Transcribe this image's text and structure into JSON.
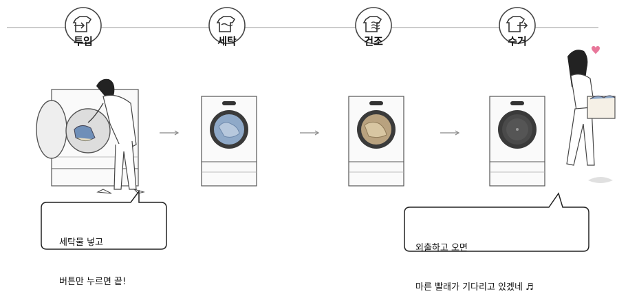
{
  "steps": [
    {
      "label": "투입",
      "icon": "shirt-in-icon"
    },
    {
      "label": "세탁",
      "icon": "shirt-wash-icon"
    },
    {
      "label": "건조",
      "icon": "shirt-dry-icon"
    },
    {
      "label": "수거",
      "icon": "shirt-out-icon"
    }
  ],
  "bubble_left": {
    "line1": "세탁물 넣고",
    "line2": "버튼만 누르면 끝!"
  },
  "bubble_right": {
    "line1": "외출하고 오면",
    "line2": "마른 빨래가 기다리고 있겠네 ♬"
  },
  "colors": {
    "line": "#9a9a9a",
    "arrow": "#888888",
    "machine_outline": "#555555",
    "drum_dark": "#3a3a3a",
    "wash_blue": "#8fa9c8",
    "dry_tan": "#b9a27f",
    "heart": "#e8779a"
  }
}
